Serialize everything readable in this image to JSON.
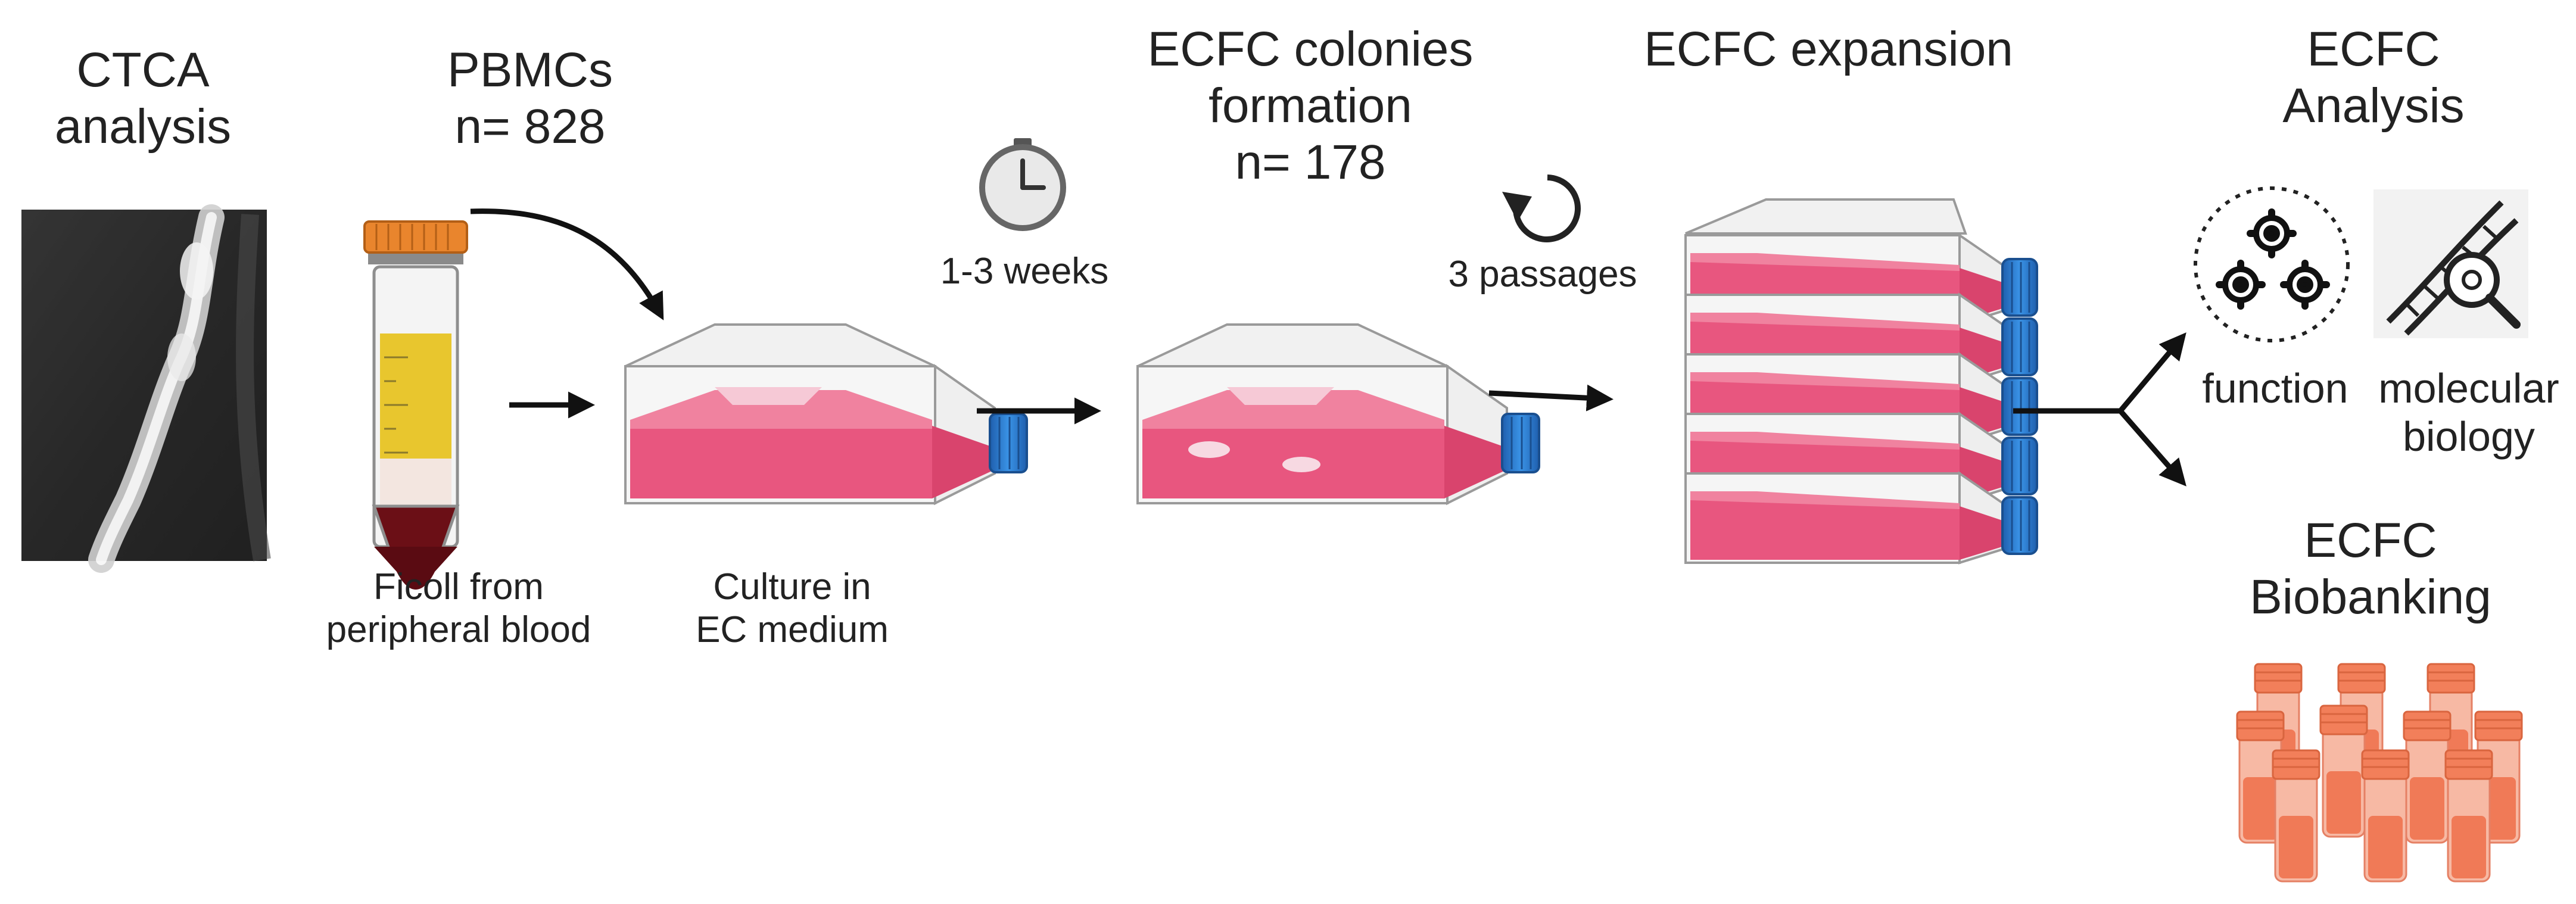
{
  "title": {
    "lines": [
      "CTCA",
      "analysis"
    ]
  },
  "steps": {
    "pbmcs": {
      "lines": [
        "PBMCs",
        "n= 828"
      ]
    },
    "ficoll": {
      "lines": [
        "Ficoll from",
        "peripheral blood"
      ]
    },
    "culture": {
      "lines": [
        "Culture in",
        "EC medium"
      ]
    },
    "timer": {
      "label": "1-3 weeks",
      "icon": "clock-icon"
    },
    "colonies": {
      "lines": [
        "ECFC colonies",
        "formation",
        "n= 178"
      ]
    },
    "passages": {
      "label": "3 passages",
      "icon": "cycle-icon"
    },
    "expansion": {
      "label": "ECFC expansion"
    },
    "analysis": {
      "lines": [
        "ECFC",
        "Analysis"
      ]
    },
    "function": {
      "label": "function",
      "icon": "gears-icon"
    },
    "molecular": {
      "lines": [
        "molecular",
        "biology"
      ],
      "icon": "dna-magnifier-icon"
    },
    "biobanking": {
      "lines": [
        "ECFC",
        "Biobanking"
      ],
      "icon": "cryovials-icon"
    }
  },
  "colors": {
    "medium": "#e8567f",
    "cap_blue": "#2f7fd4",
    "tube_cap": "#e9852d",
    "serum": "#e8c62e",
    "blood": "#6b0f16",
    "vial": "#f27f5a",
    "arrow": "#111111"
  }
}
